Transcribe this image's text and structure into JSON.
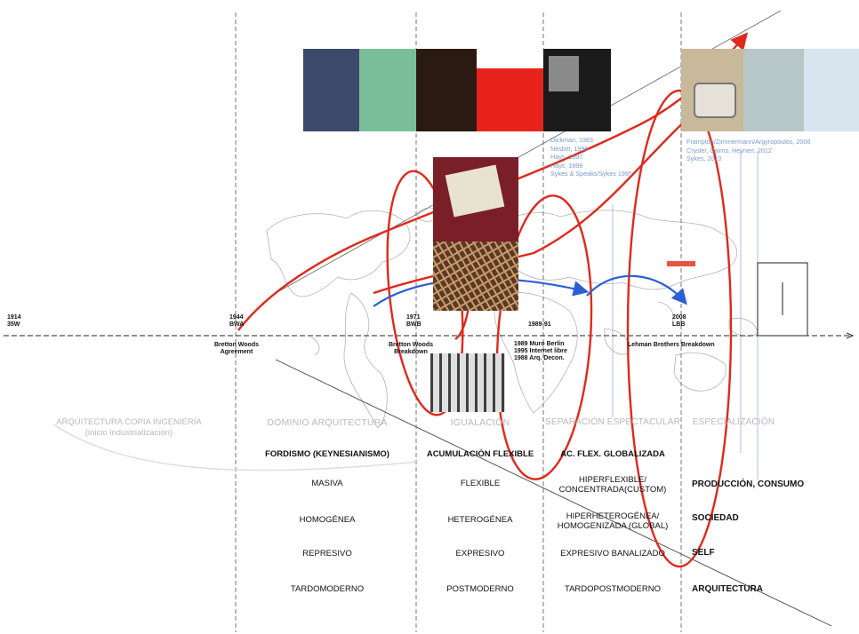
{
  "timeline": {
    "ticks": [
      {
        "id": "t1914",
        "lines": [
          "1914",
          "35W"
        ]
      },
      {
        "id": "t1944",
        "lines": [
          "1944",
          "BWA"
        ]
      },
      {
        "id": "t1971",
        "lines": [
          "1971",
          "BWB"
        ]
      },
      {
        "id": "t1989",
        "lines": [
          "1989-91"
        ]
      },
      {
        "id": "t2008",
        "lines": [
          "2008",
          "LBB"
        ]
      }
    ],
    "events": {
      "bretton_woods_agreement": [
        "Bretton Woods",
        "Agreement"
      ],
      "bretton_woods_breakdown": [
        "Bretton Woods",
        "Breakdown"
      ],
      "muro": [
        "1989 Muro Berlín",
        "1995 Internet libre",
        "1988 Arq. Decon."
      ],
      "lehman": "Lehman Brothers Breakdown"
    }
  },
  "eras": {
    "pre": [
      "ARQUITECTURA COPIA INGENIERÍA",
      "(inicio industrialización)"
    ],
    "dominio": "DOMINIO ARQUITECTURA",
    "igualacion": "IGUALACIÓN",
    "separacion": "SEPARACIÓN ESPECTACULAR",
    "especializacion": "ESPECIALIZACIÓN"
  },
  "table": {
    "rows": [
      {
        "c1": "FORDISMO (KEYNESIANISMO)",
        "c2": "ACUMULACIÓN FLEXIBLE",
        "c3": "AC. FLEX. GLOBALIZADA",
        "bold": true
      },
      {
        "c1": "MASIVA",
        "c2": "FLEXIBLE",
        "c3": [
          "HIPERFLEXIBLE/",
          "CONCENTRADA(CUSTOM)"
        ],
        "label": "PRODUCCIÓN, CONSUMO"
      },
      {
        "c1": "HOMOGÉNEA",
        "c2": "HETEROGÉNEA",
        "c3": [
          "HIPERHETEROGÉNEA/",
          "HOMOGENIZADA (GLOBAL)"
        ],
        "label": "SOCIEDAD"
      },
      {
        "c1": "REPRESIVO",
        "c2": "EXPRESIVO",
        "c3": "EXPRESIVO BANALIZADO",
        "label": "SELF"
      },
      {
        "c1": "TARDOMODERNO",
        "c2": "POSTMODERNO",
        "c3": "TARDOPOSTMODERNO",
        "label": "ARQUITECTURA"
      }
    ]
  },
  "references": {
    "group1": [
      "Dickman, 1983",
      "Nesbitt, 1996",
      "Hays, 1997",
      "Hays, 1998",
      "Sykes & Speaks/Sykes 1995"
    ],
    "group2": [
      "Frampton/Zimmermann/Argyropoulos, 2006",
      "Crysler, Cairns, Heynen, 2012",
      "Sykes, 2010"
    ]
  },
  "colors": {
    "red": "#e0291b",
    "blue": "#2a5fd6",
    "gray_line": "#555555",
    "ref_blue": "#7a9ad3",
    "era_gray": "#b9b9b9"
  }
}
